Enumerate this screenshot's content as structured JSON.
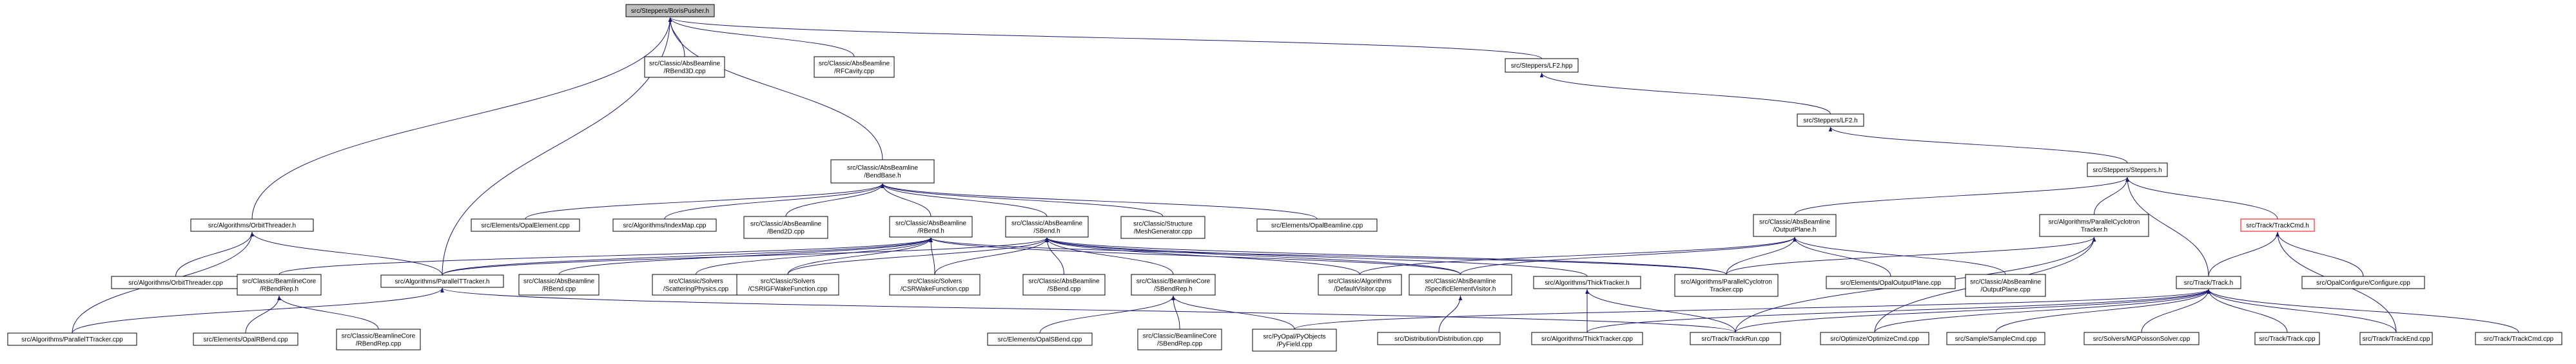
{
  "nodes": [
    {
      "id": "root",
      "lines": [
        "src/Steppers/BorisPusher.h"
      ],
      "style": "root"
    },
    {
      "id": "rbend3d_cpp",
      "lines": [
        "src/Classic/AbsBeamline",
        "/RBend3D.cpp"
      ]
    },
    {
      "id": "rfcavity_cpp",
      "lines": [
        "src/Classic/AbsBeamline",
        "/RFCavity.cpp"
      ]
    },
    {
      "id": "lf2_hpp",
      "lines": [
        "src/Steppers/LF2.hpp"
      ]
    },
    {
      "id": "lf2_h",
      "lines": [
        "src/Steppers/LF2.h"
      ]
    },
    {
      "id": "steppers_h",
      "lines": [
        "src/Steppers/Steppers.h"
      ]
    },
    {
      "id": "bendbase",
      "lines": [
        "src/Classic/AbsBeamline",
        "/BendBase.h"
      ]
    },
    {
      "id": "orbit_h",
      "lines": [
        "src/Algorithms/OrbitThreader.h"
      ]
    },
    {
      "id": "opalelement",
      "lines": [
        "src/Elements/OpalElement.cpp"
      ]
    },
    {
      "id": "indexmap",
      "lines": [
        "src/Algorithms/IndexMap.cpp"
      ]
    },
    {
      "id": "bend2d_cpp",
      "lines": [
        "src/Classic/AbsBeamline",
        "/Bend2D.cpp"
      ]
    },
    {
      "id": "rbend_h",
      "lines": [
        "src/Classic/AbsBeamline",
        "/RBend.h"
      ]
    },
    {
      "id": "sbend_h",
      "lines": [
        "src/Classic/AbsBeamline",
        "/SBend.h"
      ]
    },
    {
      "id": "meshgen",
      "lines": [
        "src/Classic/Structure",
        "/MeshGenerator.cpp"
      ]
    },
    {
      "id": "opalbeamline",
      "lines": [
        "src/Elements/OpalBeamline.cpp"
      ]
    },
    {
      "id": "outputplane_h",
      "lines": [
        "src/Classic/AbsBeamline",
        "/OutputPlane.h"
      ]
    },
    {
      "id": "pct_h",
      "lines": [
        "src/Algorithms/ParallelCyclotron",
        "Tracker.h"
      ]
    },
    {
      "id": "trackcmd_h",
      "lines": [
        "src/Track/TrackCmd.h"
      ],
      "style": "red"
    },
    {
      "id": "orbit_cpp",
      "lines": [
        "src/Algorithms/OrbitThreader.cpp"
      ]
    },
    {
      "id": "bcrbendrep_h",
      "lines": [
        "src/Classic/BeamlineCore",
        "/RBendRep.h"
      ]
    },
    {
      "id": "ptt_h",
      "lines": [
        "src/Algorithms/ParallelTTracker.h"
      ]
    },
    {
      "id": "rbend_cpp",
      "lines": [
        "src/Classic/AbsBeamline",
        "/RBend.cpp"
      ]
    },
    {
      "id": "scattering",
      "lines": [
        "src/Classic/Solvers",
        "/ScatteringPhysics.cpp"
      ]
    },
    {
      "id": "csrigf",
      "lines": [
        "src/Classic/Solvers",
        "/CSRIGFWakeFunction.cpp"
      ]
    },
    {
      "id": "csrwake",
      "lines": [
        "src/Classic/Solvers",
        "/CSRWakeFunction.cpp"
      ]
    },
    {
      "id": "sbend_cpp",
      "lines": [
        "src/Classic/AbsBeamline",
        "/SBend.cpp"
      ]
    },
    {
      "id": "bcsbendrep_h",
      "lines": [
        "src/Classic/BeamlineCore",
        "/SBendRep.h"
      ]
    },
    {
      "id": "defaultvisitor",
      "lines": [
        "src/Classic/Algorithms",
        "/DefaultVisitor.cpp"
      ]
    },
    {
      "id": "sev_h",
      "lines": [
        "src/Classic/AbsBeamline",
        "/SpecificElementVisitor.h"
      ]
    },
    {
      "id": "thick_h",
      "lines": [
        "src/Algorithms/ThickTracker.h"
      ]
    },
    {
      "id": "pct_cpp",
      "lines": [
        "src/Algorithms/ParallelCyclotron",
        "Tracker.cpp"
      ]
    },
    {
      "id": "opaloutputplane",
      "lines": [
        "src/Elements/OpalOutputPlane.cpp"
      ]
    },
    {
      "id": "outputplane_cpp",
      "lines": [
        "src/Classic/AbsBeamline",
        "/OutputPlane.cpp"
      ]
    },
    {
      "id": "track_h",
      "lines": [
        "src/Track/Track.h"
      ]
    },
    {
      "id": "opalconfigure",
      "lines": [
        "src/OpalConfigure/Configure.cpp"
      ]
    },
    {
      "id": "ptt_cpp",
      "lines": [
        "src/Algorithms/ParallelTTracker.cpp"
      ]
    },
    {
      "id": "opalrbend",
      "lines": [
        "src/Elements/OpalRBend.cpp"
      ]
    },
    {
      "id": "bcrbendrep_cpp",
      "lines": [
        "src/Classic/BeamlineCore",
        "/RBendRep.cpp"
      ]
    },
    {
      "id": "opalsbend",
      "lines": [
        "src/Elements/OpalSBend.cpp"
      ]
    },
    {
      "id": "bcsbendrep_cpp",
      "lines": [
        "src/Classic/BeamlineCore",
        "/SBendRep.cpp"
      ]
    },
    {
      "id": "pyfield",
      "lines": [
        "src/PyOpal/PyObjects",
        "/PyField.cpp"
      ]
    },
    {
      "id": "distribution",
      "lines": [
        "src/Distribution/Distribution.cpp"
      ]
    },
    {
      "id": "thick_cpp",
      "lines": [
        "src/Algorithms/ThickTracker.cpp"
      ]
    },
    {
      "id": "trackrun",
      "lines": [
        "src/Track/TrackRun.cpp"
      ]
    },
    {
      "id": "optimize",
      "lines": [
        "src/Optimize/OptimizeCmd.cpp"
      ]
    },
    {
      "id": "sample",
      "lines": [
        "src/Sample/SampleCmd.cpp"
      ]
    },
    {
      "id": "mgpoisson",
      "lines": [
        "src/Solvers/MGPoissonSolver.cpp"
      ]
    },
    {
      "id": "track_cpp",
      "lines": [
        "src/Track/Track.cpp"
      ]
    },
    {
      "id": "trackend",
      "lines": [
        "src/Track/TrackEnd.cpp"
      ]
    },
    {
      "id": "trackcmd_cpp",
      "lines": [
        "src/Track/TrackCmd.cpp"
      ]
    }
  ],
  "edges": [
    [
      "root",
      "rbend3d_cpp"
    ],
    [
      "root",
      "rfcavity_cpp"
    ],
    [
      "root",
      "lf2_hpp"
    ],
    [
      "root",
      "bendbase"
    ],
    [
      "root",
      "orbit_h"
    ],
    [
      "root",
      "ptt_h"
    ],
    [
      "lf2_hpp",
      "lf2_h"
    ],
    [
      "lf2_h",
      "steppers_h"
    ],
    [
      "steppers_h",
      "outputplane_h"
    ],
    [
      "steppers_h",
      "pct_h"
    ],
    [
      "steppers_h",
      "trackcmd_h"
    ],
    [
      "steppers_h",
      "track_h"
    ],
    [
      "bendbase",
      "opalelement"
    ],
    [
      "bendbase",
      "indexmap"
    ],
    [
      "bendbase",
      "bend2d_cpp"
    ],
    [
      "bendbase",
      "rbend_h"
    ],
    [
      "bendbase",
      "sbend_h"
    ],
    [
      "bendbase",
      "meshgen"
    ],
    [
      "bendbase",
      "opalbeamline"
    ],
    [
      "orbit_h",
      "orbit_cpp"
    ],
    [
      "orbit_h",
      "ptt_h"
    ],
    [
      "orbit_h",
      "ptt_cpp"
    ],
    [
      "rbend_h",
      "bcrbendrep_h"
    ],
    [
      "rbend_h",
      "ptt_h"
    ],
    [
      "rbend_h",
      "rbend_cpp"
    ],
    [
      "rbend_h",
      "scattering"
    ],
    [
      "rbend_h",
      "csrigf"
    ],
    [
      "rbend_h",
      "csrwake"
    ],
    [
      "rbend_h",
      "sev_h"
    ],
    [
      "rbend_h",
      "pct_cpp"
    ],
    [
      "sbend_h",
      "ptt_h"
    ],
    [
      "sbend_h",
      "csrigf"
    ],
    [
      "sbend_h",
      "csrwake"
    ],
    [
      "sbend_h",
      "sbend_cpp"
    ],
    [
      "sbend_h",
      "bcsbendrep_h"
    ],
    [
      "sbend_h",
      "defaultvisitor"
    ],
    [
      "sbend_h",
      "sev_h"
    ],
    [
      "sbend_h",
      "thick_h"
    ],
    [
      "sbend_h",
      "pct_cpp"
    ],
    [
      "outputplane_h",
      "defaultvisitor"
    ],
    [
      "outputplane_h",
      "sev_h"
    ],
    [
      "outputplane_h",
      "pct_cpp"
    ],
    [
      "outputplane_h",
      "opaloutputplane"
    ],
    [
      "outputplane_h",
      "outputplane_cpp"
    ],
    [
      "pct_h",
      "pct_cpp"
    ],
    [
      "pct_h",
      "trackrun"
    ],
    [
      "pct_h",
      "optimize"
    ],
    [
      "trackcmd_h",
      "track_h"
    ],
    [
      "trackcmd_h",
      "opalconfigure"
    ],
    [
      "trackcmd_h",
      "trackend"
    ],
    [
      "track_h",
      "trackrun"
    ],
    [
      "track_h",
      "optimize"
    ],
    [
      "track_h",
      "sample"
    ],
    [
      "track_h",
      "mgpoisson"
    ],
    [
      "track_h",
      "track_cpp"
    ],
    [
      "track_h",
      "trackend"
    ],
    [
      "track_h",
      "trackcmd_cpp"
    ],
    [
      "track_h",
      "pyfield"
    ],
    [
      "track_h",
      "thick_cpp"
    ],
    [
      "bcrbendrep_h",
      "opalrbend"
    ],
    [
      "bcrbendrep_h",
      "bcrbendrep_cpp"
    ],
    [
      "ptt_h",
      "ptt_cpp"
    ],
    [
      "ptt_h",
      "trackrun"
    ],
    [
      "bcsbendrep_h",
      "opalsbend"
    ],
    [
      "bcsbendrep_h",
      "bcsbendrep_cpp"
    ],
    [
      "bcsbendrep_h",
      "pyfield"
    ],
    [
      "sev_h",
      "distribution"
    ],
    [
      "thick_h",
      "thick_cpp"
    ],
    [
      "thick_h",
      "trackrun"
    ]
  ]
}
